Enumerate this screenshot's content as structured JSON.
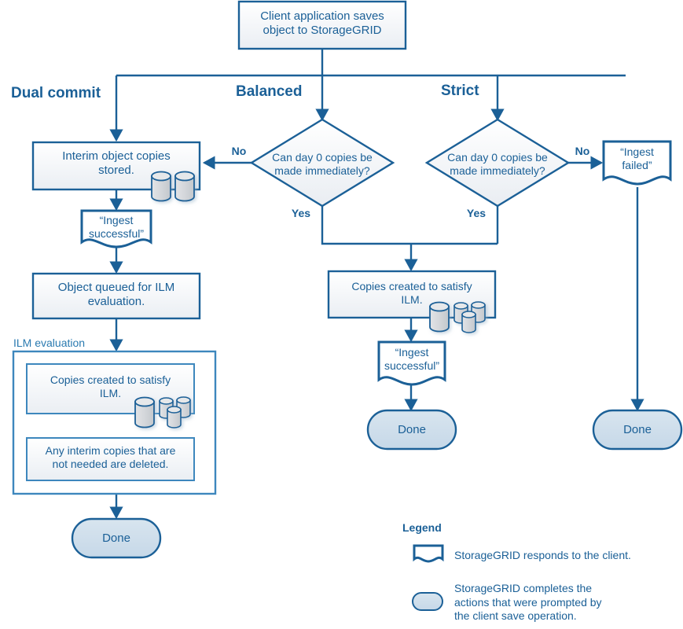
{
  "diagram": {
    "title": "StorageGRID ingest behavior flowchart",
    "colors": {
      "stroke": "#1b6097",
      "text": "#1b6097",
      "box_fill_top": "#ffffff",
      "box_fill_bottom": "#eef1f5",
      "terminator_fill": "#cfdfeb",
      "cylinder_fill": "#d3d6da",
      "group_border": "#3d87bd",
      "label_blue": "#2a7ab0"
    }
  },
  "start": {
    "label": "Client application saves object to StorageGRID",
    "line1": "Client application saves",
    "line2": "object to StorageGRID"
  },
  "branches": [
    {
      "key": "dual-commit",
      "label": "Dual commit"
    },
    {
      "key": "balanced",
      "label": "Balanced"
    },
    {
      "key": "strict",
      "label": "Strict"
    }
  ],
  "decisions": {
    "balanced": {
      "line1": "Can  day 0 copies be",
      "line2": "made immediately?",
      "yes_label": "Yes",
      "no_label": "No"
    },
    "strict": {
      "line1": "Can  day 0 copies be",
      "line2": "made immediately?",
      "yes_label": "Yes",
      "no_label": "No"
    }
  },
  "nodes": {
    "interim_copies": {
      "line1": "Interim object copies",
      "line2": "stored."
    },
    "ingest_successful_left": {
      "line1": "“Ingest",
      "line2": "successful”"
    },
    "object_queued": {
      "line1": "Object queued for ILM",
      "line2": "evaluation."
    },
    "ilm_group_label": "ILM evaluation",
    "copies_created_left": {
      "line1": "Copies created to satisfy",
      "line2": "ILM."
    },
    "interim_deleted": {
      "line1": "Any interim copies that are",
      "line2": "not needed are deleted."
    },
    "copies_created_center": {
      "line1": "Copies created to satisfy",
      "line2": "ILM."
    },
    "ingest_successful_center": {
      "line1": "“Ingest",
      "line2": "successful”"
    },
    "ingest_failed": {
      "line1": "“Ingest",
      "line2": "failed”"
    },
    "done_left": {
      "label": "Done"
    },
    "done_center": {
      "label": "Done"
    },
    "done_right": {
      "label": "Done"
    }
  },
  "legend": {
    "title": "Legend",
    "items": [
      {
        "shape": "document-response-shape",
        "text": "StorageGRID responds to the client.",
        "lines": [
          "StorageGRID responds to the client."
        ]
      },
      {
        "shape": "terminator-shape",
        "text": "StorageGRID completes the actions that were prompted by the client save operation.",
        "lines": [
          "StorageGRID completes the",
          "actions that were prompted by",
          "the client save operation."
        ]
      }
    ]
  }
}
